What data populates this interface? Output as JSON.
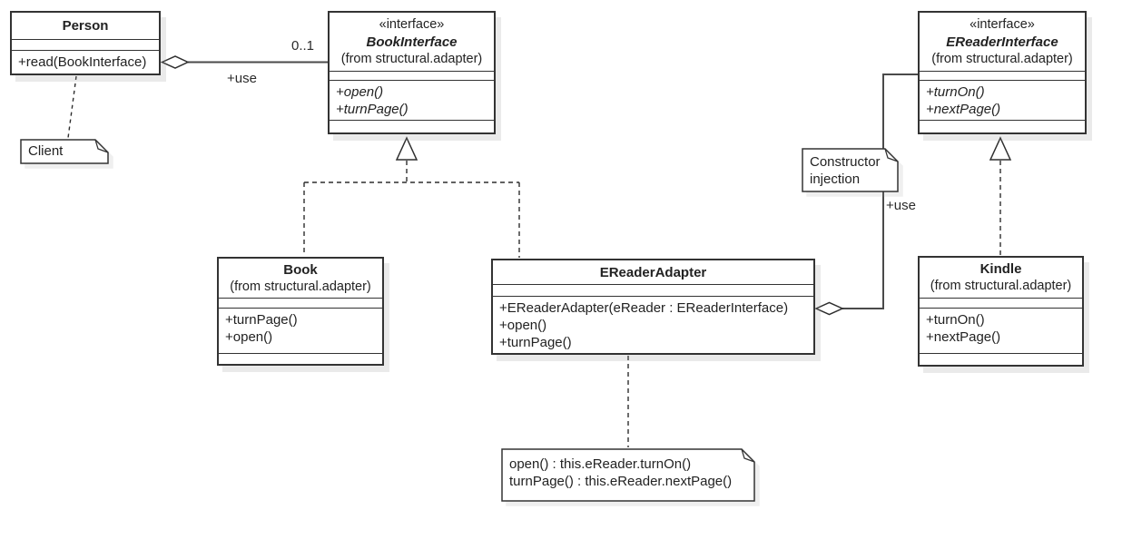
{
  "diagram": {
    "classes": {
      "person": {
        "name": "Person",
        "methods": [
          "+read(BookInterface)"
        ]
      },
      "book_interface": {
        "stereotype": "«interface»",
        "name": "BookInterface",
        "from": "(from structural.adapter)",
        "methods": [
          "+open()",
          "+turnPage()"
        ]
      },
      "ereader_interface": {
        "stereotype": "«interface»",
        "name": "EReaderInterface",
        "from": "(from structural.adapter)",
        "methods": [
          "+turnOn()",
          "+nextPage()"
        ]
      },
      "book": {
        "name": "Book",
        "from": "(from structural.adapter)",
        "methods": [
          "+turnPage()",
          "+open()"
        ]
      },
      "ereader_adapter": {
        "name": "EReaderAdapter",
        "methods": [
          "+EReaderAdapter(eReader : EReaderInterface)",
          "+open()",
          "+turnPage()"
        ]
      },
      "kindle": {
        "name": "Kindle",
        "from": "(from structural.adapter)",
        "methods": [
          "+turnOn()",
          "+nextPage()"
        ]
      }
    },
    "notes": {
      "client": {
        "lines": [
          "Client"
        ]
      },
      "constructor_injection": {
        "lines": [
          "Constructor",
          "injection"
        ]
      },
      "adapter_implementation": {
        "lines": [
          "open() : this.eReader.turnOn()",
          "turnPage() : this.eReader.nextPage()"
        ]
      }
    },
    "relationships": [
      {
        "type": "aggregation",
        "from": "Person",
        "to": "BookInterface",
        "multiplicity": "0..1",
        "label": "+use"
      },
      {
        "type": "realization",
        "from": "Book",
        "to": "BookInterface"
      },
      {
        "type": "realization",
        "from": "EReaderAdapter",
        "to": "BookInterface"
      },
      {
        "type": "realization",
        "from": "Kindle",
        "to": "EReaderInterface"
      },
      {
        "type": "aggregation",
        "from": "EReaderAdapter",
        "to": "EReaderInterface",
        "label": "+use"
      },
      {
        "type": "note-anchor",
        "from": "Client note",
        "to": "Person"
      },
      {
        "type": "note-anchor",
        "from": "implementation note",
        "to": "EReaderAdapter"
      }
    ],
    "colors": {
      "line_solid": "#4a4a4a",
      "line_dashed": "#2e2e2e",
      "shape_border": "#333333",
      "shape_fill": "#ffffff",
      "canvas": "#ffffff",
      "text": "#222222"
    }
  }
}
